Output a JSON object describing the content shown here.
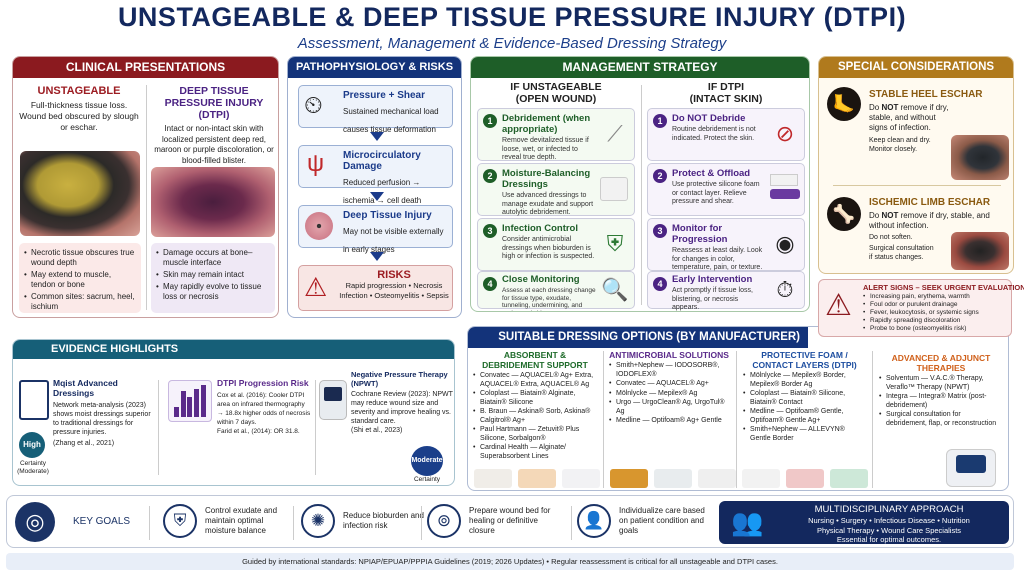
{
  "header": {
    "title": "UNSTAGEABLE & DEEP TISSUE PRESSURE INJURY (DTPI)",
    "subtitle": "Assessment, Management & Evidence-Based Dressing Strategy"
  },
  "colors": {
    "clinical": "#8b1a1f",
    "patho": "#13337a",
    "management": "#1e5e28",
    "special": "#b07a1d",
    "evidence": "#165f78",
    "dressing": "#13337a",
    "navy": "#13285e"
  },
  "clinical": {
    "title": "CLINICAL PRESENTATIONS",
    "unstageable": {
      "title": "UNSTAGEABLE",
      "desc": "Full-thickness tissue loss. Wound bed obscured by slough or eschar.",
      "bullets": [
        "Necrotic tissue obscures true wound depth",
        "May extend to muscle, tendon or bone",
        "Common sites: sacrum, heel, ischium"
      ]
    },
    "dtpi": {
      "title": "DEEP TISSUE PRESSURE INJURY (DTPI)",
      "desc": "Intact or non-intact skin with localized persistent deep red, maroon or purple discoloration, or blood-filled blister.",
      "bullets": [
        "Damage occurs at bone–muscle interface",
        "Skin may remain intact",
        "May rapidly evolve to tissue loss or necrosis"
      ]
    }
  },
  "patho": {
    "title": "PATHOPHYSIOLOGY & RISKS",
    "steps": [
      {
        "title": "Pressure + Shear",
        "desc": "Sustained mechanical load causes tissue deformation",
        "icon": "gauge-icon"
      },
      {
        "title": "Microcirculatory Damage",
        "desc": "Reduced perfusion → ischemia → cell death",
        "icon": "blood-vessel-icon"
      },
      {
        "title": "Deep Tissue Injury",
        "desc": "May not be visible externally in early stages",
        "icon": "cells-icon"
      }
    ],
    "risks": {
      "title": "RISKS",
      "line1": "Rapid progression • Necrosis",
      "line2": "Infection • Osteomyelitis • Sepsis"
    }
  },
  "management": {
    "title": "MANAGEMENT STRATEGY",
    "left": {
      "title": "IF UNSTAGEABLE",
      "subtitle": "(OPEN WOUND)",
      "steps": [
        {
          "n": "1",
          "title": "Debridement (when appropriate)",
          "desc": "Remove devitalized tissue if loose, wet, or infected to reveal true depth.",
          "icon": "scalpel-icon"
        },
        {
          "n": "2",
          "title": "Moisture-Balancing Dressings",
          "desc": "Use advanced dressings to manage exudate and support autolytic debridement.",
          "icon": "dressing-icon"
        },
        {
          "n": "3",
          "title": "Infection Control",
          "desc": "Consider antimicrobial dressings when bioburden is high or infection is suspected.",
          "icon": "shield-icon"
        },
        {
          "n": "4",
          "title": "Close Monitoring",
          "desc": "Assess at each dressing change for tissue type, exudate, tunneling, undermining, and periwound skin.",
          "icon": "magnifier-icon"
        }
      ]
    },
    "right": {
      "title": "IF DTPI",
      "subtitle": "(INTACT SKIN)",
      "steps": [
        {
          "n": "1",
          "title": "Do NOT Debride",
          "desc": "Routine debridement is not indicated. Protect the skin.",
          "icon": "no-scalpel-icon"
        },
        {
          "n": "2",
          "title": "Protect & Offload",
          "desc": "Use protective silicone foam or contact layer. Relieve pressure and shear.",
          "icon": "cushion-icon"
        },
        {
          "n": "3",
          "title": "Monitor for Progression",
          "desc": "Reassess at least daily. Look for changes in color, temperature, pain, or texture.",
          "icon": "eye-icon"
        },
        {
          "n": "4",
          "title": "Early Intervention",
          "desc": "Act promptly if tissue loss, blistering, or necrosis appears.",
          "icon": "stopwatch-icon"
        }
      ]
    }
  },
  "special": {
    "title": "SPECIAL CONSIDERATIONS",
    "heel": {
      "title": "STABLE HEEL ESCHAR",
      "pre": "Do ",
      "strong": "NOT",
      "post": " remove if dry, stable, and without signs of infection.",
      "note1": "Keep clean and dry.",
      "note2": "Monitor closely."
    },
    "limb": {
      "title": "ISCHEMIC LIMB ESCHAR",
      "pre": "Do ",
      "strong": "NOT",
      "post": " remove if dry, stable, and without infection.",
      "note1": "Do not soften.",
      "note2": "Surgical consultation if status changes."
    }
  },
  "alert": {
    "title": "ALERT SIGNS – SEEK URGENT EVALUATION",
    "items": [
      "Increasing pain, erythema, warmth",
      "Foul odor or purulent drainage",
      "Fever, leukocytosis, or systemic signs",
      "Rapidly spreading discoloration",
      "Probe to bone (osteomyelitis risk)"
    ]
  },
  "evidence": {
    "title": "EVIDENCE HIGHLIGHTS",
    "items": [
      {
        "title": "Mqist Advanced Dressings",
        "desc": "Network meta-analysis (2023) shows moist dressings superior to traditional dressings for pressure injuries.",
        "cite": "(Zhang et al., 2021)",
        "badge": "High",
        "badge_label1": "Certainty",
        "badge_label2": "(Moderate)"
      },
      {
        "title": "DTPI Progression Risk",
        "desc": "Cox et al. (2016): Cooler DTPI area on infrared thermography → 18.8x higher odds of necrosis within 7 days.",
        "cite": "Farid et al., (2014): OR 31.8."
      },
      {
        "title": "Negative Pressure Therapy (NPWT)",
        "desc": "Cochrane Review (2023): NPWT may reduce wound size and severity and improve healing vs. standard care.",
        "cite": "(Shi et al., 2023)",
        "badge": "Moderate",
        "badge_label1": "Certainty"
      }
    ]
  },
  "dressings": {
    "title": "SUITABLE DRESSING OPTIONS (BY MANUFACTURER)",
    "columns": [
      {
        "title": "ABSORBENT & DEBRIDEMENT SUPPORT",
        "color": "#1e6b2a",
        "items": [
          "Convatec — AQUACEL® Ag+ Extra, AQUACEL® Extra, AQUACEL® Ag",
          "Coloplast — Biatain® Alginate, Biatain® Silicone",
          "B. Braun — Askina® Sorb, Askina® Calgitrol® Ag+",
          "Paul Hartmann — Zetuvit® Plus Silicone, Sorbalgon®",
          "Cardinal Health — Alginate/ Superabsorbent Lines"
        ]
      },
      {
        "title": "ANTIMICROBIAL SOLUTIONS",
        "color": "#5a2a8a",
        "items": [
          "Smith+Nephew — IODOSORB®, IODOFLEX®",
          "Convatec — AQUACEL® Ag+",
          "Mölnlycke — Mepilex® Ag",
          "Urgo — UrgoClean® Ag, UrgoTul® Ag",
          "Medline — Optifoam® Ag+ Gentle"
        ]
      },
      {
        "title": "PROTECTIVE FOAM / CONTACT LAYERS (DTPI)",
        "color": "#1d4ea0",
        "items": [
          "Mölnlycke — Mepilex® Border, Mepilex® Border Ag",
          "Coloplast — Biatain® Silicone, Biatain® Contact",
          "Medline — Optifoam® Gentle, Optifoam® Gentle Ag+",
          "Smith+Nephew — ALLEVYN® Gentle Border"
        ]
      },
      {
        "title": "ADVANCED & ADJUNCT THERAPIES",
        "color": "#d0601a",
        "items": [
          "Solventum — V.A.C.® Therapy, Veraflo™ Therapy (NPWT)",
          "Integra — Integra® Matrix (post-debridement)",
          "Surgical consultation for debridement, flap, or reconstruction"
        ]
      }
    ]
  },
  "goals": {
    "title": "KEY GOALS",
    "items": [
      {
        "text": "Control exudate and maintain optimal moisture balance",
        "icon": "shield-icon"
      },
      {
        "text": "Reduce bioburden and infection risk",
        "icon": "microbe-icon"
      },
      {
        "text": "Prepare wound bed for healing or definitive closure",
        "icon": "wound-bed-icon"
      },
      {
        "text": "Individualize care based on patient condition and goals",
        "icon": "person-icon"
      }
    ],
    "multi": {
      "title": "MULTIDISCIPLINARY APPROACH",
      "line1": "Nursing • Surgery • Infectious Disease • Nutrition",
      "line2": "Physical Therapy • Wound Care Specialists",
      "line3": "Essential for optimal outcomes."
    }
  },
  "footer": "Guided by international standards: NPIAP/EPUAP/PPPIA Guidelines (2019; 2026 Updates) • Regular reassessment is critical for all unstageable and DTPI cases."
}
